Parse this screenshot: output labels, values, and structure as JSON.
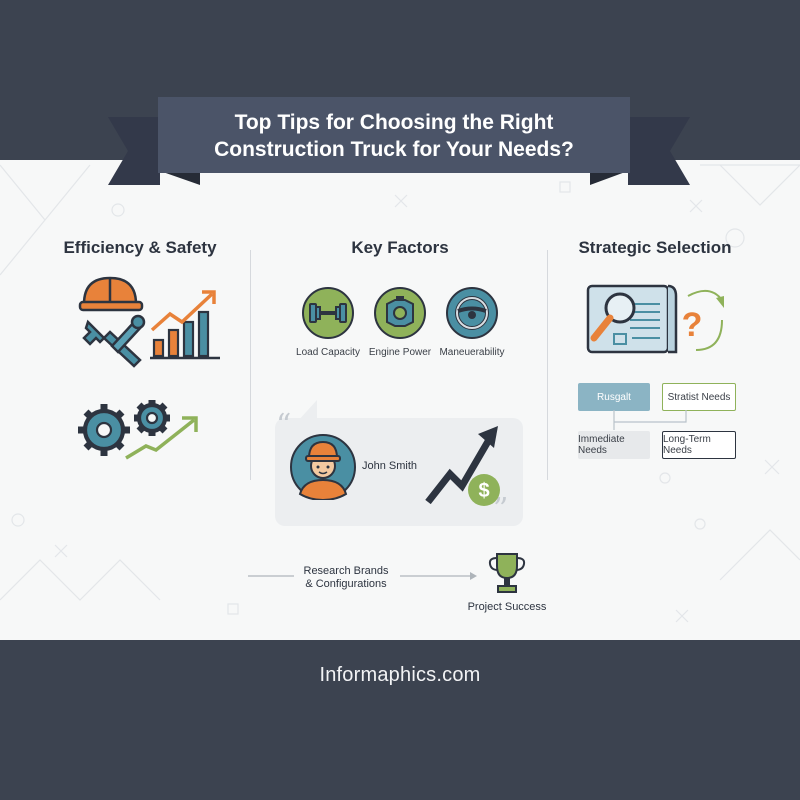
{
  "header": {
    "title_line1": "Top Tips for Choosing the Right",
    "title_line2": "Construction Truck for Your Needs?"
  },
  "columns": {
    "left": {
      "heading": "Efficiency & Safety"
    },
    "middle": {
      "heading": "Key Factors",
      "factors": [
        {
          "label": "Load Capacity",
          "icon": "dumbbell-icon"
        },
        {
          "label": "Engine Power",
          "icon": "engine-icon"
        },
        {
          "label": "Maneuerability",
          "icon": "steering-wheel-icon"
        }
      ]
    },
    "right": {
      "heading": "Strategic Selection",
      "boxes": [
        {
          "label": "Rusgalt",
          "style": "filled-blue"
        },
        {
          "label": "Stratist Needs",
          "style": "outline-green"
        },
        {
          "label": "Immediate Needs",
          "style": "filled-gray"
        },
        {
          "label": "Long-Term Needs",
          "style": "outline-navy"
        }
      ]
    }
  },
  "testimonial": {
    "name": "John Smith"
  },
  "flow": {
    "step": "Research Brands\n& Configurations",
    "result": "Project Success"
  },
  "footer": {
    "site": "Informaphics.com"
  },
  "colors": {
    "dark": "#3c4350",
    "orange": "#e8823a",
    "teal": "#4a8fa3",
    "green": "#8fb25a",
    "light_bg": "#f7f8f8"
  }
}
